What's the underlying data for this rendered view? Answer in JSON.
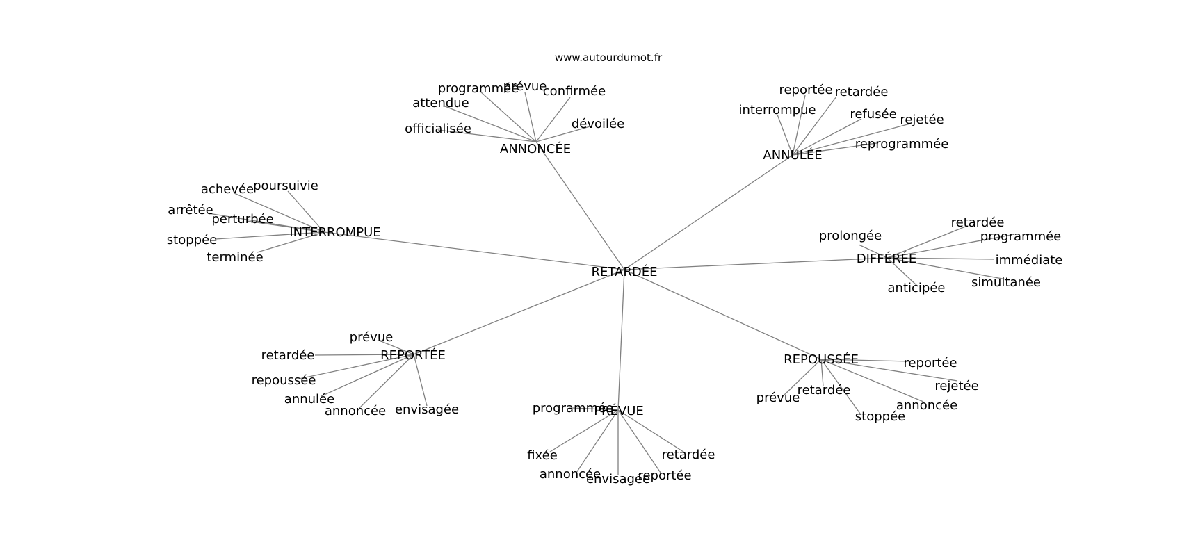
{
  "site": "www.autourdumot.fr",
  "edge_color": "#808080",
  "text_color": "#000000",
  "center": {
    "id": "retardee",
    "label": "RETARDÉE"
  },
  "groups": [
    {
      "id": "annoncee",
      "label": "ANNONCÉE",
      "leaves": [
        {
          "id": "programmee",
          "label": "programmée"
        },
        {
          "id": "prevue",
          "label": "prévue"
        },
        {
          "id": "confirmee",
          "label": "confirmée"
        },
        {
          "id": "attendue",
          "label": "attendue"
        },
        {
          "id": "devoilee",
          "label": "dévoilée"
        },
        {
          "id": "officialisee",
          "label": "officialisée"
        }
      ]
    },
    {
      "id": "annulee",
      "label": "ANNULÉE",
      "leaves": [
        {
          "id": "reportee",
          "label": "reportée"
        },
        {
          "id": "retardee",
          "label": "retardée"
        },
        {
          "id": "interrompue",
          "label": "interrompue"
        },
        {
          "id": "refusee",
          "label": "refusée"
        },
        {
          "id": "rejetee",
          "label": "rejetée"
        },
        {
          "id": "reprogrammee",
          "label": "reprogrammée"
        }
      ]
    },
    {
      "id": "interrompue",
      "label": "INTERROMPUE",
      "leaves": [
        {
          "id": "achevee",
          "label": "achevée"
        },
        {
          "id": "poursuivie",
          "label": "poursuivie"
        },
        {
          "id": "arretee",
          "label": "arrêtée"
        },
        {
          "id": "perturbee",
          "label": "perturbée"
        },
        {
          "id": "stoppee",
          "label": "stoppée"
        },
        {
          "id": "terminee",
          "label": "terminée"
        }
      ]
    },
    {
      "id": "differee",
      "label": "DIFFÉRÉE",
      "leaves": [
        {
          "id": "retardee",
          "label": "retardée"
        },
        {
          "id": "prolongee",
          "label": "prolongée"
        },
        {
          "id": "programmee",
          "label": "programmée"
        },
        {
          "id": "immediate",
          "label": "immédiate"
        },
        {
          "id": "simultanee",
          "label": "simultanée"
        },
        {
          "id": "anticipee",
          "label": "anticipée"
        }
      ]
    },
    {
      "id": "reportee",
      "label": "REPORTÉE",
      "leaves": [
        {
          "id": "prevue",
          "label": "prévue"
        },
        {
          "id": "retardee",
          "label": "retardée"
        },
        {
          "id": "repoussee",
          "label": "repoussée"
        },
        {
          "id": "annulee",
          "label": "annulée"
        },
        {
          "id": "annoncee",
          "label": "annoncée"
        },
        {
          "id": "envisagee",
          "label": "envisagée"
        }
      ]
    },
    {
      "id": "repoussee",
      "label": "REPOUSSÉE",
      "leaves": [
        {
          "id": "reportee",
          "label": "reportée"
        },
        {
          "id": "rejetee",
          "label": "rejetée"
        },
        {
          "id": "prevue",
          "label": "prévue"
        },
        {
          "id": "retardee",
          "label": "retardée"
        },
        {
          "id": "annoncee",
          "label": "annoncée"
        },
        {
          "id": "stoppee",
          "label": "stoppée"
        }
      ]
    },
    {
      "id": "prevue",
      "label": "PRÉVUE",
      "leaves": [
        {
          "id": "programmee",
          "label": "programmée"
        },
        {
          "id": "fixee",
          "label": "fixée"
        },
        {
          "id": "retardee",
          "label": "retardée"
        },
        {
          "id": "annoncee",
          "label": "annoncée"
        },
        {
          "id": "envisagee",
          "label": "envisagée"
        },
        {
          "id": "reportee",
          "label": "reportée"
        }
      ]
    }
  ]
}
